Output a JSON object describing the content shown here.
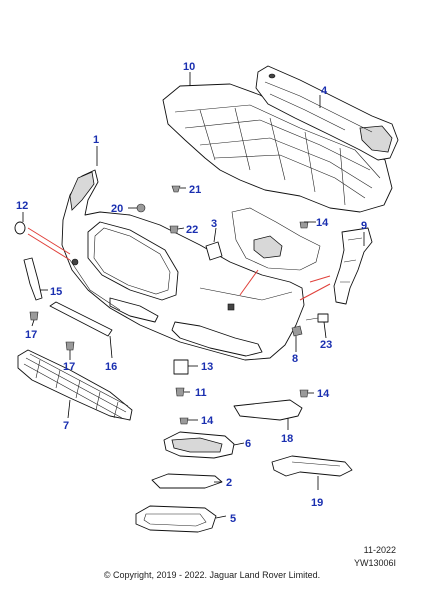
{
  "callouts": {
    "c1": "1",
    "c2": "2",
    "c3": "3",
    "c4": "4",
    "c5": "5",
    "c6": "6",
    "c7": "7",
    "c8": "8",
    "c9": "9",
    "c10": "10",
    "c11": "11",
    "c12": "12",
    "c13": "13",
    "c14a": "14",
    "c14b": "14",
    "c14c": "14",
    "c15": "15",
    "c16": "16",
    "c17a": "17",
    "c17b": "17",
    "c18": "18",
    "c19": "19",
    "c20": "20",
    "c21": "21",
    "c22": "22",
    "c23": "23"
  },
  "footer": {
    "date": "11-2022",
    "reference": "YW13006I",
    "copyright": "© Copyright, 2019 - 2022. Jaguar Land Rover Limited."
  },
  "colors": {
    "callout": "#1a2fb0",
    "highlight": "#e0403a"
  }
}
